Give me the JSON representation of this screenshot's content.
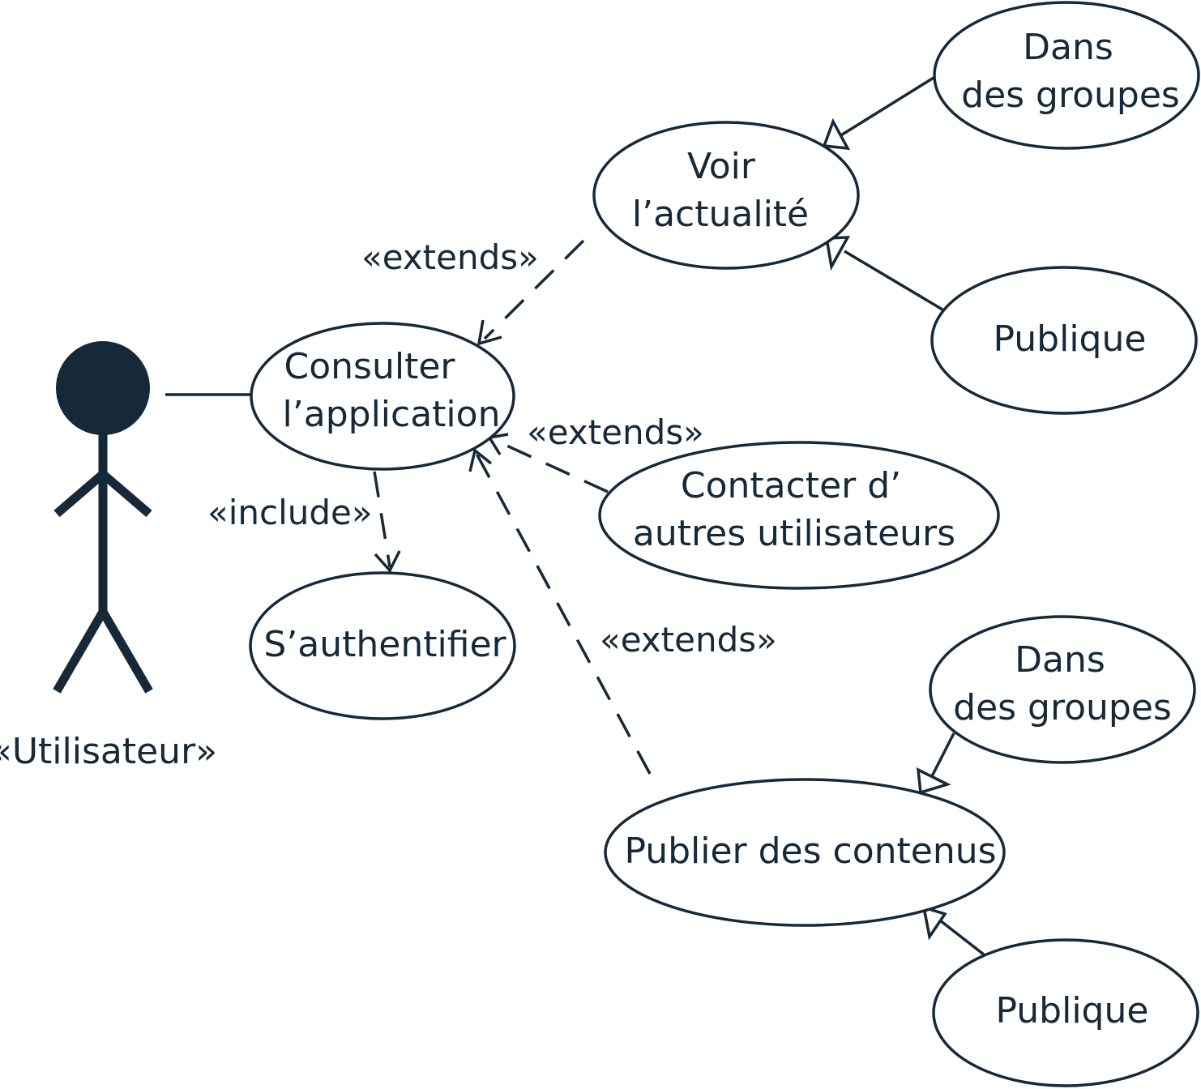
{
  "colors": {
    "stroke": "#162938",
    "background": "#ffffff"
  },
  "actor": {
    "label": "«Utilisateur»"
  },
  "use_cases": {
    "consulter": {
      "line1": "Consulter",
      "line2": "l’application"
    },
    "authentifier": {
      "line1": "S’authentifier"
    },
    "voir": {
      "line1": "Voir",
      "line2": "l’actualité"
    },
    "voir_groupes": {
      "line1": "Dans",
      "line2": "des groupes"
    },
    "voir_publique": {
      "line1": "Publique"
    },
    "contacter": {
      "line1": "Contacter d’",
      "line2": "autres utilisateurs"
    },
    "publier": {
      "line1": "Publier des contenus"
    },
    "publier_groupes": {
      "line1": "Dans",
      "line2": "des groupes"
    },
    "publier_publique": {
      "line1": "Publique"
    }
  },
  "relations": {
    "include_label": "«include»",
    "extends_voir_label": "«extends»",
    "extends_contacter_label": "«extends»",
    "extends_publier_label": "«extends»"
  }
}
